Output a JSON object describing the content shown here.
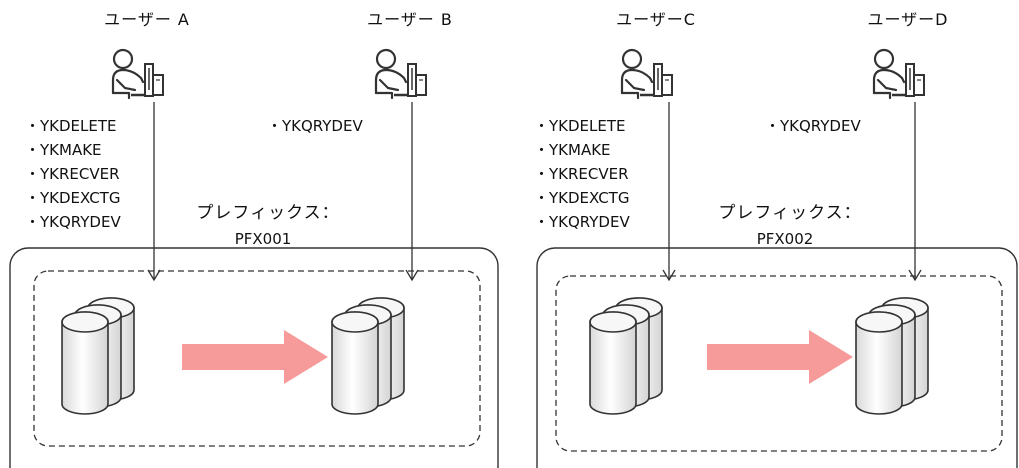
{
  "colors": {
    "stroke": "#333333",
    "arrow_fill": "#f79a9a",
    "disk_fill": "#f2f2f2",
    "background": "#ffffff"
  },
  "icons": {
    "user": "user-at-computer-icon",
    "volume": "disk-stack-icon",
    "copy_arrow": "copy-arrow-icon"
  },
  "groups": [
    {
      "users": [
        {
          "label": "ユーザー A",
          "commands": [
            "・YKDELETE",
            "・YKMAKE",
            "・YKRECVER",
            "・YKDEXCTG",
            "・YKQRYDEV"
          ]
        },
        {
          "label": "ユーザー B",
          "commands": [
            "・YKQRYDEV"
          ]
        }
      ],
      "prefix_title": "プレフィックス：",
      "prefix_value": "PFX001"
    },
    {
      "users": [
        {
          "label": "ユーザーC",
          "commands": [
            "・YKDELETE",
            "・YKMAKE",
            "・YKRECVER",
            "・YKDEXCTG",
            "・YKQRYDEV"
          ]
        },
        {
          "label": "ユーザーD",
          "commands": [
            "・YKQRYDEV"
          ]
        }
      ],
      "prefix_title": "プレフィックス：",
      "prefix_value": "PFX002"
    }
  ]
}
